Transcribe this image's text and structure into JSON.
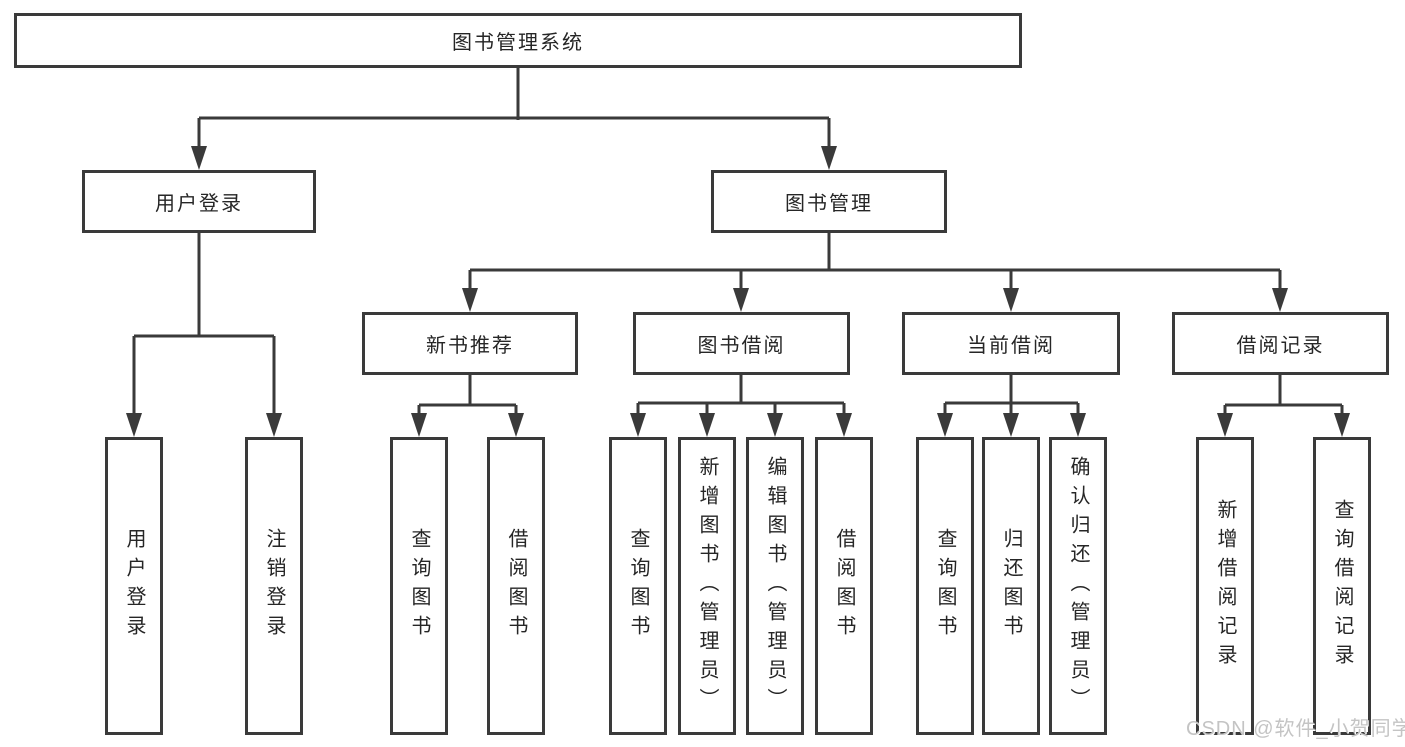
{
  "diagram": {
    "watermark": "CSDN @软件_小贺同学",
    "colors": {
      "line": "#3a3a3a",
      "text": "#262626",
      "watermark": "#c4c4c4",
      "background": "#ffffff"
    }
  },
  "tree": {
    "label": "图书管理系统",
    "children": [
      {
        "label": "用户登录",
        "children": [
          {
            "label": "用户登录"
          },
          {
            "label": "注销登录"
          }
        ]
      },
      {
        "label": "图书管理",
        "children": [
          {
            "label": "新书推荐",
            "children": [
              {
                "label": "查询图书"
              },
              {
                "label": "借阅图书"
              }
            ]
          },
          {
            "label": "图书借阅",
            "children": [
              {
                "label": "查询图书"
              },
              {
                "label": "新增图书（管理员）"
              },
              {
                "label": "编辑图书（管理员）"
              },
              {
                "label": "借阅图书"
              }
            ]
          },
          {
            "label": "当前借阅",
            "children": [
              {
                "label": "查询图书"
              },
              {
                "label": "归还图书"
              },
              {
                "label": "确认归还（管理员）"
              }
            ]
          },
          {
            "label": "借阅记录",
            "children": [
              {
                "label": "新增借阅记录"
              },
              {
                "label": "查询借阅记录"
              }
            ]
          }
        ]
      }
    ]
  }
}
